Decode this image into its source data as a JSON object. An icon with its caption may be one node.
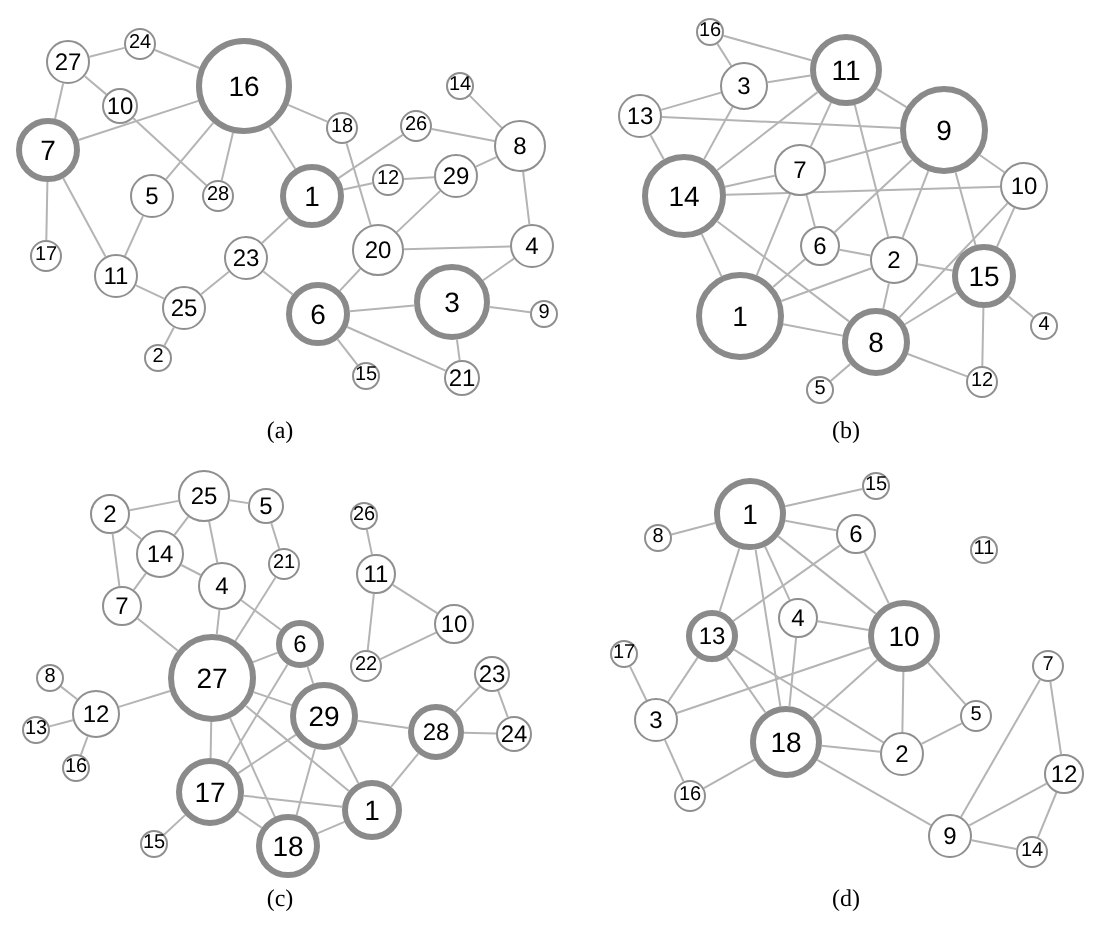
{
  "diagram": {
    "nodes": [
      {
        "text": [
          "16"
        ]
      },
      {
        "text": [
          "27"
        ]
      },
      {
        "text": [
          "24"
        ]
      },
      {
        "text": [
          "10"
        ]
      },
      {
        "text": [
          "7"
        ]
      },
      {
        "text": [
          "5"
        ]
      },
      {
        "text": [
          "28"
        ]
      },
      {
        "text": [
          "18"
        ]
      },
      {
        "text": [
          "1"
        ]
      },
      {
        "text": [
          "26"
        ]
      },
      {
        "text": [
          "12"
        ]
      },
      {
        "text": [
          "29"
        ]
      },
      {
        "text": [
          "14"
        ]
      },
      {
        "text": [
          "8"
        ]
      },
      {
        "text": [
          "4"
        ]
      },
      {
        "text": [
          "20"
        ]
      },
      {
        "text": [
          "23"
        ]
      },
      {
        "text": [
          "11"
        ]
      },
      {
        "text": [
          "25"
        ]
      },
      {
        "text": [
          "17"
        ]
      },
      {
        "text": [
          "2"
        ]
      },
      {
        "text": [
          "6"
        ]
      },
      {
        "text": [
          "3"
        ]
      },
      {
        "text": [
          "9"
        ]
      },
      {
        "text": [
          "15"
        ]
      },
      {
        "text": [
          "21"
        ]
      },
      {
        "text": [
          "16"
        ]
      },
      {
        "text": [
          "3"
        ]
      },
      {
        "text": [
          "11"
        ]
      },
      {
        "text": [
          "13"
        ]
      },
      {
        "text": [
          "9"
        ]
      },
      {
        "text": [
          "7"
        ]
      },
      {
        "text": [
          "14"
        ]
      },
      {
        "text": [
          "10"
        ]
      },
      {
        "text": [
          "6"
        ]
      },
      {
        "text": [
          "2"
        ]
      },
      {
        "text": [
          "15"
        ]
      },
      {
        "text": [
          "1"
        ]
      },
      {
        "text": [
          "8"
        ]
      },
      {
        "text": [
          "4"
        ]
      },
      {
        "text": [
          "12"
        ]
      },
      {
        "text": [
          "5"
        ]
      },
      {
        "text": [
          "2"
        ]
      },
      {
        "text": [
          "25"
        ]
      },
      {
        "text": [
          "5"
        ]
      },
      {
        "text": [
          "14"
        ]
      },
      {
        "text": [
          "26"
        ]
      },
      {
        "text": [
          "21"
        ]
      },
      {
        "text": [
          "4"
        ]
      },
      {
        "text": [
          "11"
        ]
      },
      {
        "text": [
          "7"
        ]
      },
      {
        "text": [
          "10"
        ]
      },
      {
        "text": [
          "6"
        ]
      },
      {
        "text": [
          "22"
        ]
      },
      {
        "text": [
          "27"
        ]
      },
      {
        "text": [
          "8"
        ]
      },
      {
        "text": [
          "12"
        ]
      },
      {
        "text": [
          "13"
        ]
      },
      {
        "text": [
          "16"
        ]
      },
      {
        "text": [
          "23"
        ]
      },
      {
        "text": [
          "29"
        ]
      },
      {
        "text": [
          "28"
        ]
      },
      {
        "text": [
          "24"
        ]
      },
      {
        "text": [
          "17"
        ]
      },
      {
        "text": [
          "1"
        ]
      },
      {
        "text": [
          "15"
        ]
      },
      {
        "text": [
          "18"
        ]
      },
      {
        "text": [
          "15"
        ]
      },
      {
        "text": [
          "1"
        ]
      },
      {
        "text": [
          "8"
        ]
      },
      {
        "text": [
          "6"
        ]
      },
      {
        "text": [
          "11"
        ]
      },
      {
        "text": [
          "4"
        ]
      },
      {
        "text": [
          "13"
        ]
      },
      {
        "text": [
          "10"
        ]
      },
      {
        "text": [
          "17"
        ]
      },
      {
        "text": [
          "7"
        ]
      },
      {
        "text": [
          "3"
        ]
      },
      {
        "text": [
          "5"
        ]
      },
      {
        "text": [
          "18"
        ]
      },
      {
        "text": [
          "2"
        ]
      },
      {
        "text": [
          "12"
        ]
      },
      {
        "text": [
          "16"
        ]
      },
      {
        "text": [
          "9"
        ]
      },
      {
        "text": [
          "14"
        ]
      }
    ],
    "edges": [
      {
        "from": 1,
        "to": 2,
        "arrow": "none"
      },
      {
        "from": 2,
        "to": 0,
        "arrow": "none"
      },
      {
        "from": 1,
        "to": 4,
        "arrow": "none"
      },
      {
        "from": 1,
        "to": 3,
        "arrow": "none"
      },
      {
        "from": 3,
        "to": 6,
        "arrow": "none"
      },
      {
        "from": 4,
        "to": 0,
        "arrow": "none"
      },
      {
        "from": 4,
        "to": 19,
        "arrow": "none"
      },
      {
        "from": 4,
        "to": 17,
        "arrow": "none"
      },
      {
        "from": 0,
        "to": 5,
        "arrow": "none"
      },
      {
        "from": 0,
        "to": 6,
        "arrow": "none"
      },
      {
        "from": 0,
        "to": 8,
        "arrow": "none"
      },
      {
        "from": 0,
        "to": 7,
        "arrow": "none"
      },
      {
        "from": 7,
        "to": 15,
        "arrow": "none"
      },
      {
        "from": 5,
        "to": 17,
        "arrow": "none"
      },
      {
        "from": 17,
        "to": 18,
        "arrow": "none"
      },
      {
        "from": 18,
        "to": 20,
        "arrow": "none"
      },
      {
        "from": 18,
        "to": 16,
        "arrow": "none"
      },
      {
        "from": 16,
        "to": 8,
        "arrow": "none"
      },
      {
        "from": 16,
        "to": 21,
        "arrow": "none"
      },
      {
        "from": 8,
        "to": 9,
        "arrow": "none"
      },
      {
        "from": 8,
        "to": 10,
        "arrow": "none"
      },
      {
        "from": 10,
        "to": 11,
        "arrow": "none"
      },
      {
        "from": 9,
        "to": 13,
        "arrow": "none"
      },
      {
        "from": 11,
        "to": 13,
        "arrow": "none"
      },
      {
        "from": 11,
        "to": 15,
        "arrow": "none"
      },
      {
        "from": 12,
        "to": 13,
        "arrow": "none"
      },
      {
        "from": 13,
        "to": 14,
        "arrow": "none"
      },
      {
        "from": 15,
        "to": 14,
        "arrow": "none"
      },
      {
        "from": 15,
        "to": 21,
        "arrow": "none"
      },
      {
        "from": 14,
        "to": 22,
        "arrow": "none"
      },
      {
        "from": 21,
        "to": 22,
        "arrow": "none"
      },
      {
        "from": 22,
        "to": 23,
        "arrow": "none"
      },
      {
        "from": 22,
        "to": 25,
        "arrow": "none"
      },
      {
        "from": 21,
        "to": 25,
        "arrow": "none"
      },
      {
        "from": 21,
        "to": 24,
        "arrow": "none"
      },
      {
        "from": 26,
        "to": 27,
        "arrow": "none"
      },
      {
        "from": 26,
        "to": 28,
        "arrow": "none"
      },
      {
        "from": 27,
        "to": 28,
        "arrow": "none"
      },
      {
        "from": 29,
        "to": 27,
        "arrow": "none"
      },
      {
        "from": 29,
        "to": 30,
        "arrow": "none"
      },
      {
        "from": 29,
        "to": 32,
        "arrow": "none"
      },
      {
        "from": 27,
        "to": 32,
        "arrow": "none"
      },
      {
        "from": 28,
        "to": 32,
        "arrow": "none"
      },
      {
        "from": 28,
        "to": 31,
        "arrow": "none"
      },
      {
        "from": 28,
        "to": 30,
        "arrow": "none"
      },
      {
        "from": 28,
        "to": 35,
        "arrow": "none"
      },
      {
        "from": 30,
        "to": 31,
        "arrow": "none"
      },
      {
        "from": 30,
        "to": 34,
        "arrow": "none"
      },
      {
        "from": 30,
        "to": 33,
        "arrow": "none"
      },
      {
        "from": 30,
        "to": 35,
        "arrow": "none"
      },
      {
        "from": 30,
        "to": 36,
        "arrow": "none"
      },
      {
        "from": 32,
        "to": 31,
        "arrow": "none"
      },
      {
        "from": 32,
        "to": 33,
        "arrow": "none"
      },
      {
        "from": 32,
        "to": 37,
        "arrow": "none"
      },
      {
        "from": 32,
        "to": 38,
        "arrow": "none"
      },
      {
        "from": 31,
        "to": 34,
        "arrow": "none"
      },
      {
        "from": 31,
        "to": 37,
        "arrow": "none"
      },
      {
        "from": 34,
        "to": 35,
        "arrow": "none"
      },
      {
        "from": 34,
        "to": 37,
        "arrow": "none"
      },
      {
        "from": 35,
        "to": 37,
        "arrow": "none"
      },
      {
        "from": 35,
        "to": 38,
        "arrow": "none"
      },
      {
        "from": 35,
        "to": 36,
        "arrow": "none"
      },
      {
        "from": 33,
        "to": 36,
        "arrow": "none"
      },
      {
        "from": 33,
        "to": 38,
        "arrow": "none"
      },
      {
        "from": 36,
        "to": 38,
        "arrow": "none"
      },
      {
        "from": 36,
        "to": 39,
        "arrow": "none"
      },
      {
        "from": 36,
        "to": 40,
        "arrow": "none"
      },
      {
        "from": 37,
        "to": 38,
        "arrow": "none"
      },
      {
        "from": 38,
        "to": 40,
        "arrow": "none"
      },
      {
        "from": 38,
        "to": 41,
        "arrow": "none"
      },
      {
        "from": 42,
        "to": 43,
        "arrow": "none"
      },
      {
        "from": 42,
        "to": 45,
        "arrow": "none"
      },
      {
        "from": 42,
        "to": 50,
        "arrow": "none"
      },
      {
        "from": 43,
        "to": 45,
        "arrow": "none"
      },
      {
        "from": 43,
        "to": 44,
        "arrow": "none"
      },
      {
        "from": 43,
        "to": 48,
        "arrow": "none"
      },
      {
        "from": 45,
        "to": 50,
        "arrow": "none"
      },
      {
        "from": 45,
        "to": 48,
        "arrow": "none"
      },
      {
        "from": 44,
        "to": 47,
        "arrow": "none"
      },
      {
        "from": 47,
        "to": 54,
        "arrow": "none"
      },
      {
        "from": 48,
        "to": 54,
        "arrow": "none"
      },
      {
        "from": 48,
        "to": 52,
        "arrow": "none"
      },
      {
        "from": 50,
        "to": 54,
        "arrow": "none"
      },
      {
        "from": 52,
        "to": 54,
        "arrow": "none"
      },
      {
        "from": 52,
        "to": 60,
        "arrow": "none"
      },
      {
        "from": 52,
        "to": 63,
        "arrow": "none"
      },
      {
        "from": 46,
        "to": 49,
        "arrow": "none"
      },
      {
        "from": 49,
        "to": 51,
        "arrow": "none"
      },
      {
        "from": 49,
        "to": 53,
        "arrow": "none"
      },
      {
        "from": 53,
        "to": 51,
        "arrow": "none"
      },
      {
        "from": 56,
        "to": 55,
        "arrow": "none"
      },
      {
        "from": 56,
        "to": 57,
        "arrow": "none"
      },
      {
        "from": 56,
        "to": 58,
        "arrow": "none"
      },
      {
        "from": 56,
        "to": 54,
        "arrow": "none"
      },
      {
        "from": 54,
        "to": 60,
        "arrow": "none"
      },
      {
        "from": 54,
        "to": 63,
        "arrow": "none"
      },
      {
        "from": 54,
        "to": 66,
        "arrow": "none"
      },
      {
        "from": 54,
        "to": 64,
        "arrow": "none"
      },
      {
        "from": 60,
        "to": 61,
        "arrow": "none"
      },
      {
        "from": 60,
        "to": 63,
        "arrow": "none"
      },
      {
        "from": 60,
        "to": 66,
        "arrow": "none"
      },
      {
        "from": 60,
        "to": 64,
        "arrow": "none"
      },
      {
        "from": 61,
        "to": 64,
        "arrow": "none"
      },
      {
        "from": 61,
        "to": 59,
        "arrow": "none"
      },
      {
        "from": 61,
        "to": 62,
        "arrow": "none"
      },
      {
        "from": 59,
        "to": 62,
        "arrow": "none"
      },
      {
        "from": 63,
        "to": 66,
        "arrow": "none"
      },
      {
        "from": 63,
        "to": 64,
        "arrow": "none"
      },
      {
        "from": 63,
        "to": 65,
        "arrow": "none"
      },
      {
        "from": 66,
        "to": 64,
        "arrow": "none"
      },
      {
        "from": 68,
        "to": 67,
        "arrow": "none"
      },
      {
        "from": 68,
        "to": 69,
        "arrow": "none"
      },
      {
        "from": 68,
        "to": 70,
        "arrow": "none"
      },
      {
        "from": 68,
        "to": 73,
        "arrow": "none"
      },
      {
        "from": 68,
        "to": 79,
        "arrow": "none"
      },
      {
        "from": 68,
        "to": 72,
        "arrow": "none"
      },
      {
        "from": 68,
        "to": 74,
        "arrow": "none"
      },
      {
        "from": 70,
        "to": 74,
        "arrow": "none"
      },
      {
        "from": 70,
        "to": 73,
        "arrow": "none"
      },
      {
        "from": 72,
        "to": 74,
        "arrow": "none"
      },
      {
        "from": 72,
        "to": 79,
        "arrow": "none"
      },
      {
        "from": 73,
        "to": 77,
        "arrow": "none"
      },
      {
        "from": 73,
        "to": 79,
        "arrow": "none"
      },
      {
        "from": 73,
        "to": 80,
        "arrow": "none"
      },
      {
        "from": 74,
        "to": 77,
        "arrow": "none"
      },
      {
        "from": 74,
        "to": 79,
        "arrow": "none"
      },
      {
        "from": 74,
        "to": 80,
        "arrow": "none"
      },
      {
        "from": 74,
        "to": 78,
        "arrow": "none"
      },
      {
        "from": 75,
        "to": 77,
        "arrow": "none"
      },
      {
        "from": 77,
        "to": 82,
        "arrow": "none"
      },
      {
        "from": 79,
        "to": 82,
        "arrow": "none"
      },
      {
        "from": 79,
        "to": 80,
        "arrow": "none"
      },
      {
        "from": 79,
        "to": 83,
        "arrow": "none"
      },
      {
        "from": 80,
        "to": 78,
        "arrow": "none"
      },
      {
        "from": 83,
        "to": 76,
        "arrow": "none"
      },
      {
        "from": 83,
        "to": 81,
        "arrow": "none"
      },
      {
        "from": 83,
        "to": 84,
        "arrow": "none"
      },
      {
        "from": 76,
        "to": 81,
        "arrow": "none"
      },
      {
        "from": 81,
        "to": 84,
        "arrow": "none"
      }
    ],
    "labels": [
      "(a)",
      "(b)",
      "(c)",
      "(d)"
    ]
  }
}
